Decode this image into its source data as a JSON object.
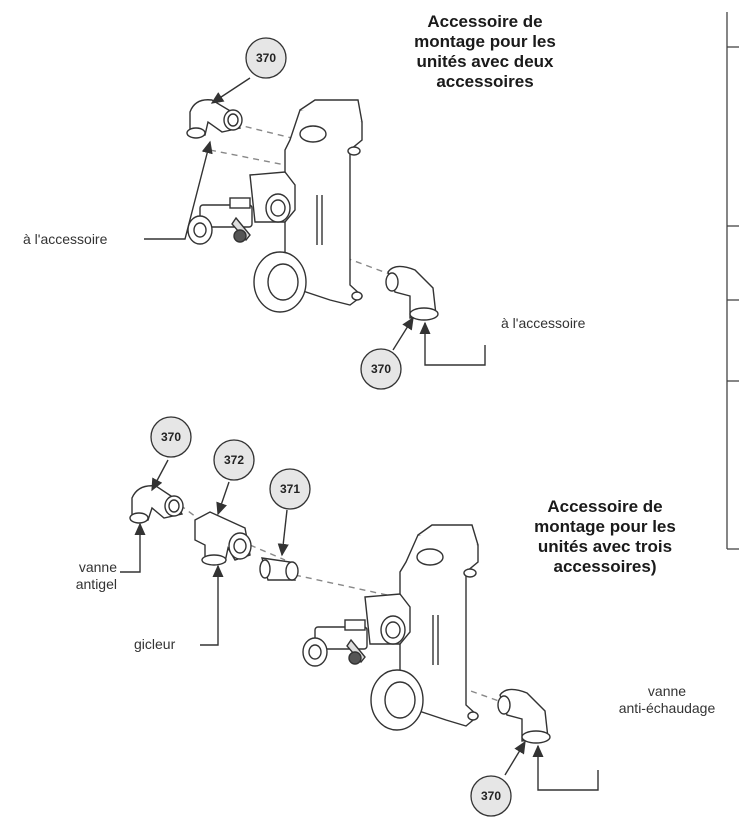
{
  "title_top": [
    "Accessoire de",
    "montage pour les",
    "unités avec deux",
    "accessoires"
  ],
  "title_bottom": [
    "Accessoire de",
    "montage pour les",
    "unités avec trois",
    "accessoires)"
  ],
  "labels": {
    "to_fitting_left": "à l'accessoire",
    "to_fitting_right": "à l'accessoire",
    "antifreeze_valve": [
      "vanne",
      "antigel"
    ],
    "nozzle": "gicleur",
    "antiscald_valve": [
      "vanne",
      "anti-échaudage"
    ]
  },
  "callouts": {
    "top_elbow": "370",
    "top_right_elbow": "370",
    "bottom_elbow": "370",
    "tee": "372",
    "nipple": "371",
    "bottom_right_elbow": "370"
  },
  "colors": {
    "line": "#333333",
    "bubble_fill": "#e6e6e6",
    "part_fill": "#ffffff"
  }
}
